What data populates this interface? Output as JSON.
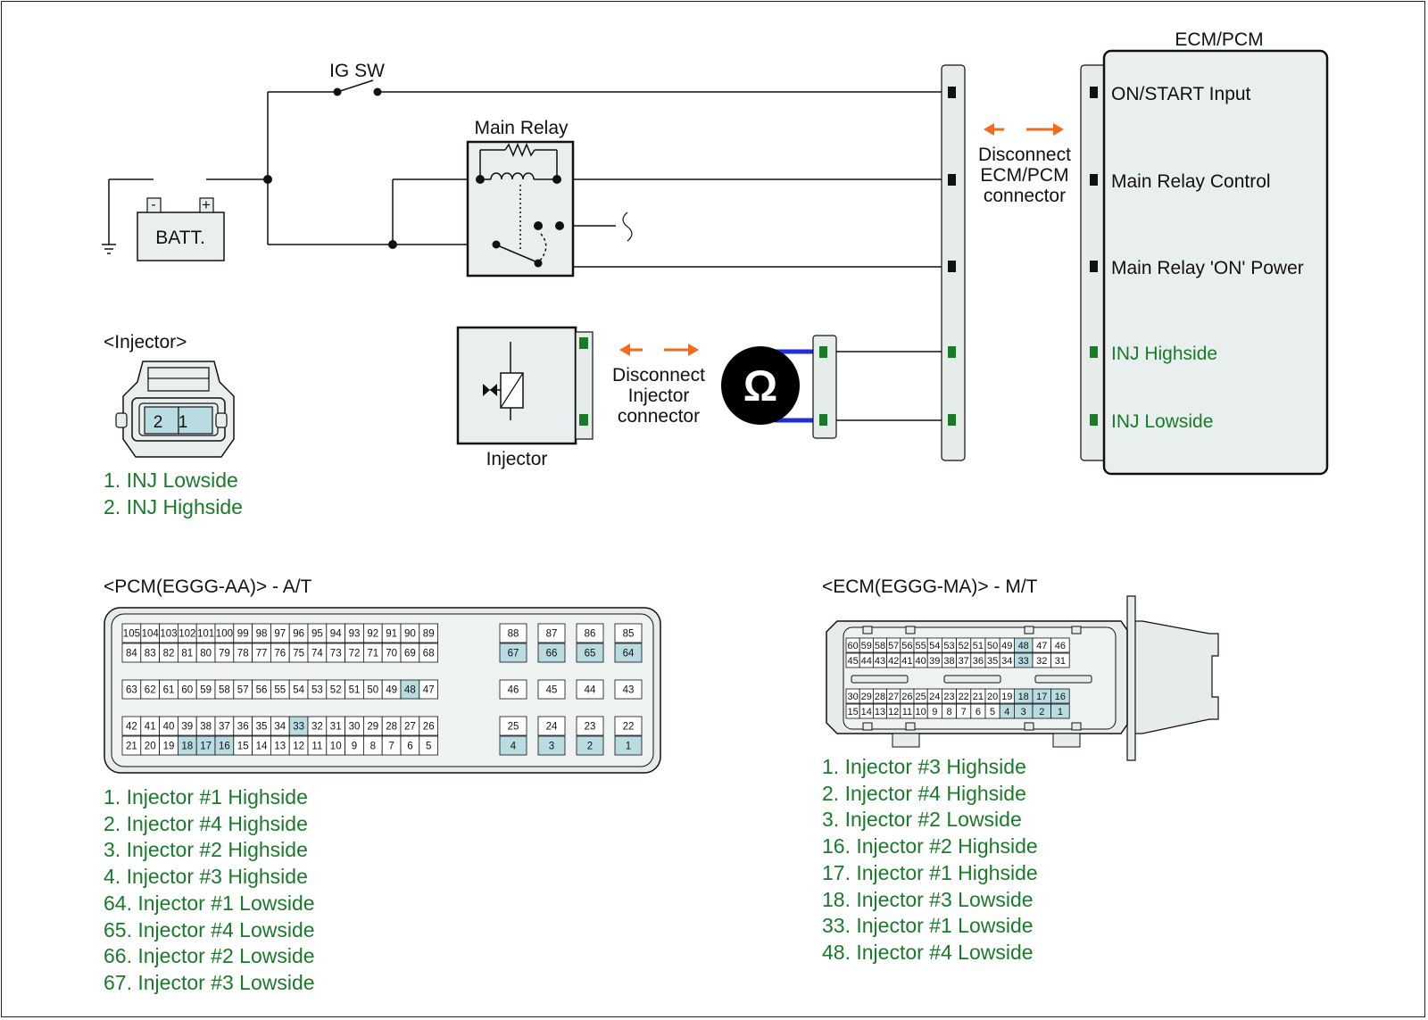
{
  "schematic": {
    "ig_sw": "IG SW",
    "main_relay": "Main Relay",
    "batt": "BATT.",
    "batt_minus": "-",
    "batt_plus": "+",
    "ecm_title": "ECM/PCM",
    "disconnect_ecm": [
      "Disconnect",
      "ECM/PCM",
      "connector"
    ],
    "disconnect_inj": [
      "Disconnect",
      "Injector",
      "connector"
    ],
    "injector_label": "Injector",
    "ohm_symbol": "Ω",
    "ecm_pins": [
      {
        "label": "ON/START Input",
        "color": "#111111"
      },
      {
        "label": "Main Relay Control",
        "color": "#111111"
      },
      {
        "label": "Main Relay 'ON' Power",
        "color": "#111111"
      },
      {
        "label": "INJ Highside",
        "color": "#1a7a2a"
      },
      {
        "label": "INJ Lowside",
        "color": "#1a7a2a"
      }
    ]
  },
  "injector_connector": {
    "title": "<Injector>",
    "pins": [
      "2",
      "1"
    ],
    "legend": [
      "1. INJ Lowside",
      "2. INJ Highside"
    ]
  },
  "pcm": {
    "title": "<PCM(EGGG-AA)> - A/T",
    "row1_top": [
      "105",
      "104",
      "103",
      "102",
      "101",
      "100",
      "99",
      "98",
      "97",
      "96",
      "95",
      "94",
      "93",
      "92",
      "91",
      "90",
      "89"
    ],
    "row1_bot": [
      "84",
      "83",
      "82",
      "81",
      "80",
      "79",
      "78",
      "77",
      "76",
      "75",
      "74",
      "73",
      "72",
      "71",
      "70",
      "69",
      "68"
    ],
    "row2": [
      "63",
      "62",
      "61",
      "60",
      "59",
      "58",
      "57",
      "56",
      "55",
      "54",
      "53",
      "52",
      "51",
      "50",
      "49",
      "48",
      "47"
    ],
    "row3_top": [
      "42",
      "41",
      "40",
      "39",
      "38",
      "37",
      "36",
      "35",
      "34",
      "33",
      "32",
      "31",
      "30",
      "29",
      "28",
      "27",
      "26"
    ],
    "row3_bot": [
      "21",
      "20",
      "19",
      "18",
      "17",
      "16",
      "15",
      "14",
      "13",
      "12",
      "11",
      "10",
      "9",
      "8",
      "7",
      "6",
      "5"
    ],
    "right_top": [
      "88",
      "87",
      "86",
      "85"
    ],
    "right_top_b": [
      "67",
      "66",
      "65",
      "64"
    ],
    "right_mid": [
      "46",
      "45",
      "44",
      "43"
    ],
    "right_bot": [
      "25",
      "24",
      "23",
      "22"
    ],
    "right_bot_b": [
      "4",
      "3",
      "2",
      "1"
    ],
    "legend": [
      "1. Injector #1 Highside",
      "2. Injector #4 Highside",
      "3. Injector #2 Highside",
      "4. Injector #3 Highside",
      "64. Injector #1 Lowside",
      "65. Injector #4 Lowside",
      "66. Injector #2 Lowside",
      "67. Injector #3 Lowside"
    ]
  },
  "ecm": {
    "title": "<ECM(EGGG-MA)> - M/T",
    "row1": [
      "60",
      "59",
      "58",
      "57",
      "56",
      "55",
      "54",
      "53",
      "52",
      "51",
      "50",
      "49",
      "48",
      "47",
      "46"
    ],
    "row2": [
      "45",
      "44",
      "43",
      "42",
      "41",
      "40",
      "39",
      "38",
      "37",
      "36",
      "35",
      "34",
      "33",
      "32",
      "31"
    ],
    "row3": [
      "30",
      "29",
      "28",
      "27",
      "26",
      "25",
      "24",
      "23",
      "22",
      "21",
      "20",
      "19",
      "18",
      "17",
      "16"
    ],
    "row4": [
      "15",
      "14",
      "13",
      "12",
      "11",
      "10",
      "9",
      "8",
      "7",
      "6",
      "5",
      "4",
      "3",
      "2",
      "1"
    ],
    "legend": [
      "1. Injector #3 Highside",
      "2. Injector #4 Highside",
      "3. Injector #2 Lowside",
      "16. Injector #2 Highside",
      "17. Injector #1 Highside",
      "18. Injector #3 Lowside",
      "33. Injector #1 Lowside",
      "48. Injector #4 Lowside"
    ]
  },
  "colors": {
    "highlight": "#b9dbe2",
    "green": "#1a7a2a",
    "orange": "#f26a1b",
    "blue": "#1f2fd8"
  },
  "highlighted_pins": [
    "1",
    "2",
    "3",
    "4",
    "64",
    "65",
    "66",
    "67",
    "16",
    "17",
    "18",
    "33",
    "48"
  ]
}
